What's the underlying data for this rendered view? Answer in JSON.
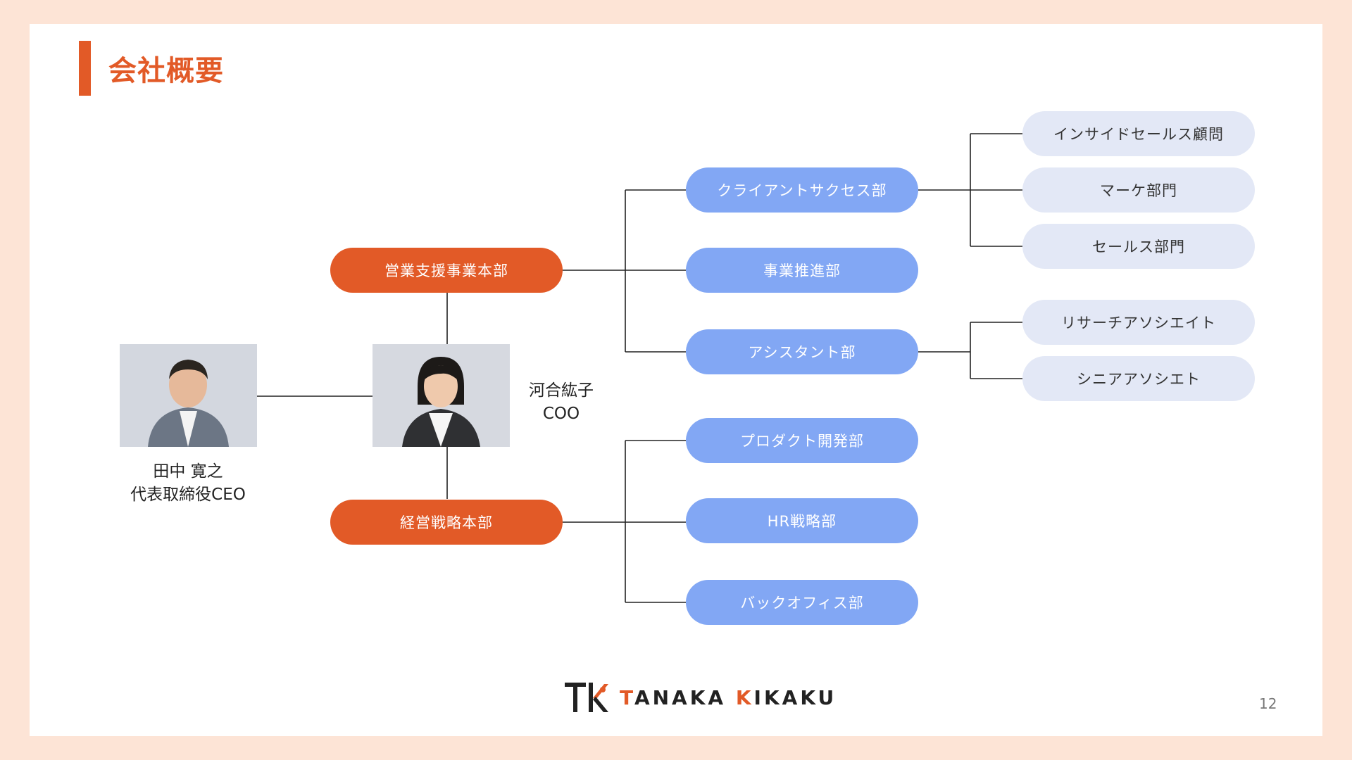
{
  "slide": {
    "title": "会社概要",
    "page_number": "12"
  },
  "people": {
    "ceo": {
      "name": "田中 寛之",
      "role": "代表取締役CEO"
    },
    "coo": {
      "name": "河合紘子",
      "role": "COO"
    }
  },
  "headquarters": [
    {
      "label": "営業支援事業本部"
    },
    {
      "label": "経営戦略本部"
    }
  ],
  "departments": [
    {
      "label": "クライアントサクセス部"
    },
    {
      "label": "事業推進部"
    },
    {
      "label": "アシスタント部"
    },
    {
      "label": "プロダクト開発部"
    },
    {
      "label": "HR戦略部"
    },
    {
      "label": "バックオフィス部"
    }
  ],
  "sub_units": [
    {
      "label": "インサイドセールス顧問"
    },
    {
      "label": "マーケ部門"
    },
    {
      "label": "セールス部門"
    },
    {
      "label": "リサーチアソシエイト"
    },
    {
      "label": "シニアアソシエト"
    }
  ],
  "logo": {
    "mark": "TK",
    "word1_first": "T",
    "word1_rest": "ANAKA",
    "word2_first": "K",
    "word2_rest": "IKAKU"
  },
  "colors": {
    "accent": "#e25a27",
    "department": "#82a7f4",
    "sub_unit": "#e3e8f6",
    "background": "#fde4d6"
  }
}
